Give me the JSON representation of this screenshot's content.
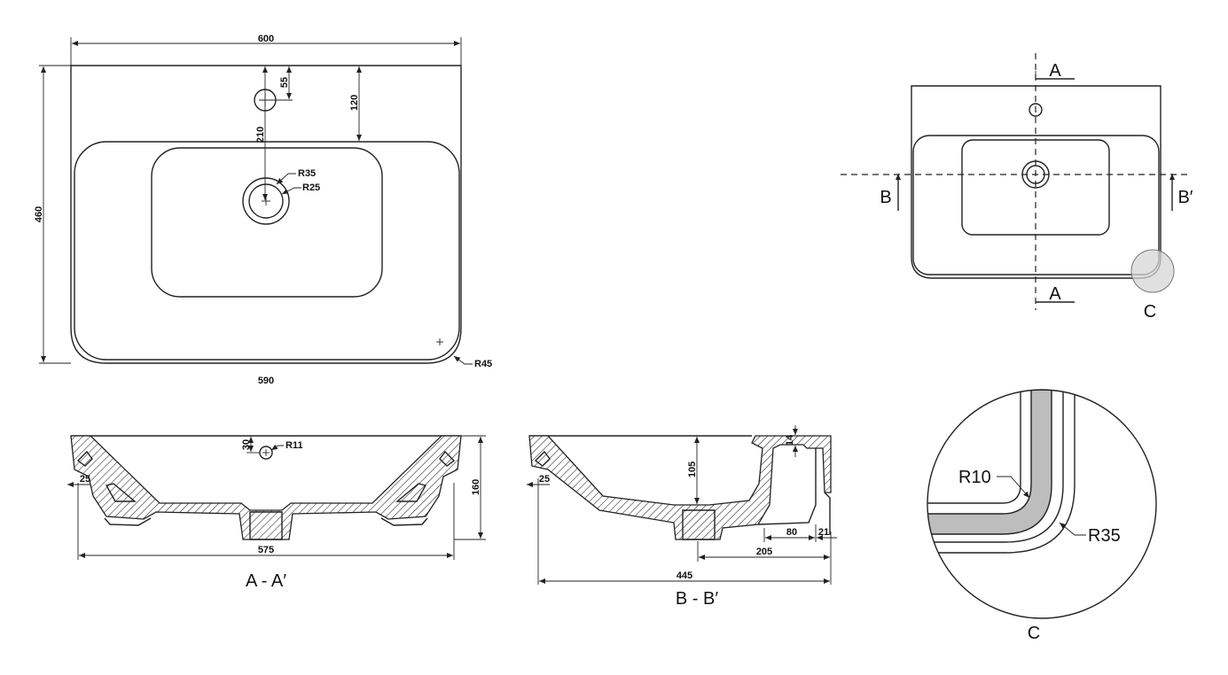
{
  "top_view": {
    "width_dim": "600",
    "height_dim": "460",
    "bottom_width_dim": "590",
    "tap_offset_dim": "55",
    "bowl_offset_dim": "120",
    "drain_offset_dim": "210",
    "drain_outer_radius": "R35",
    "drain_inner_radius": "R25",
    "corner_radius": "R45"
  },
  "section_a": {
    "title": "A - A′",
    "tap_depth_dim": "30",
    "tap_radius": "R11",
    "wall_dim": "25",
    "height_dim": "160",
    "width_dim": "575"
  },
  "section_b": {
    "title": "B - B′",
    "wall_dim": "25",
    "bowl_depth_dim": "105",
    "rim_dim": "14",
    "back_dim_1": "80",
    "back_dim_2": "21",
    "back_dim_3": "205",
    "total_dim": "445"
  },
  "key_view": {
    "section_a_top": "A",
    "section_a_bottom": "A",
    "section_b_left": "B",
    "section_b_right": "B′",
    "detail_label": "C"
  },
  "detail_c": {
    "inner_radius": "R10",
    "outer_radius": "R35",
    "label": "C"
  }
}
